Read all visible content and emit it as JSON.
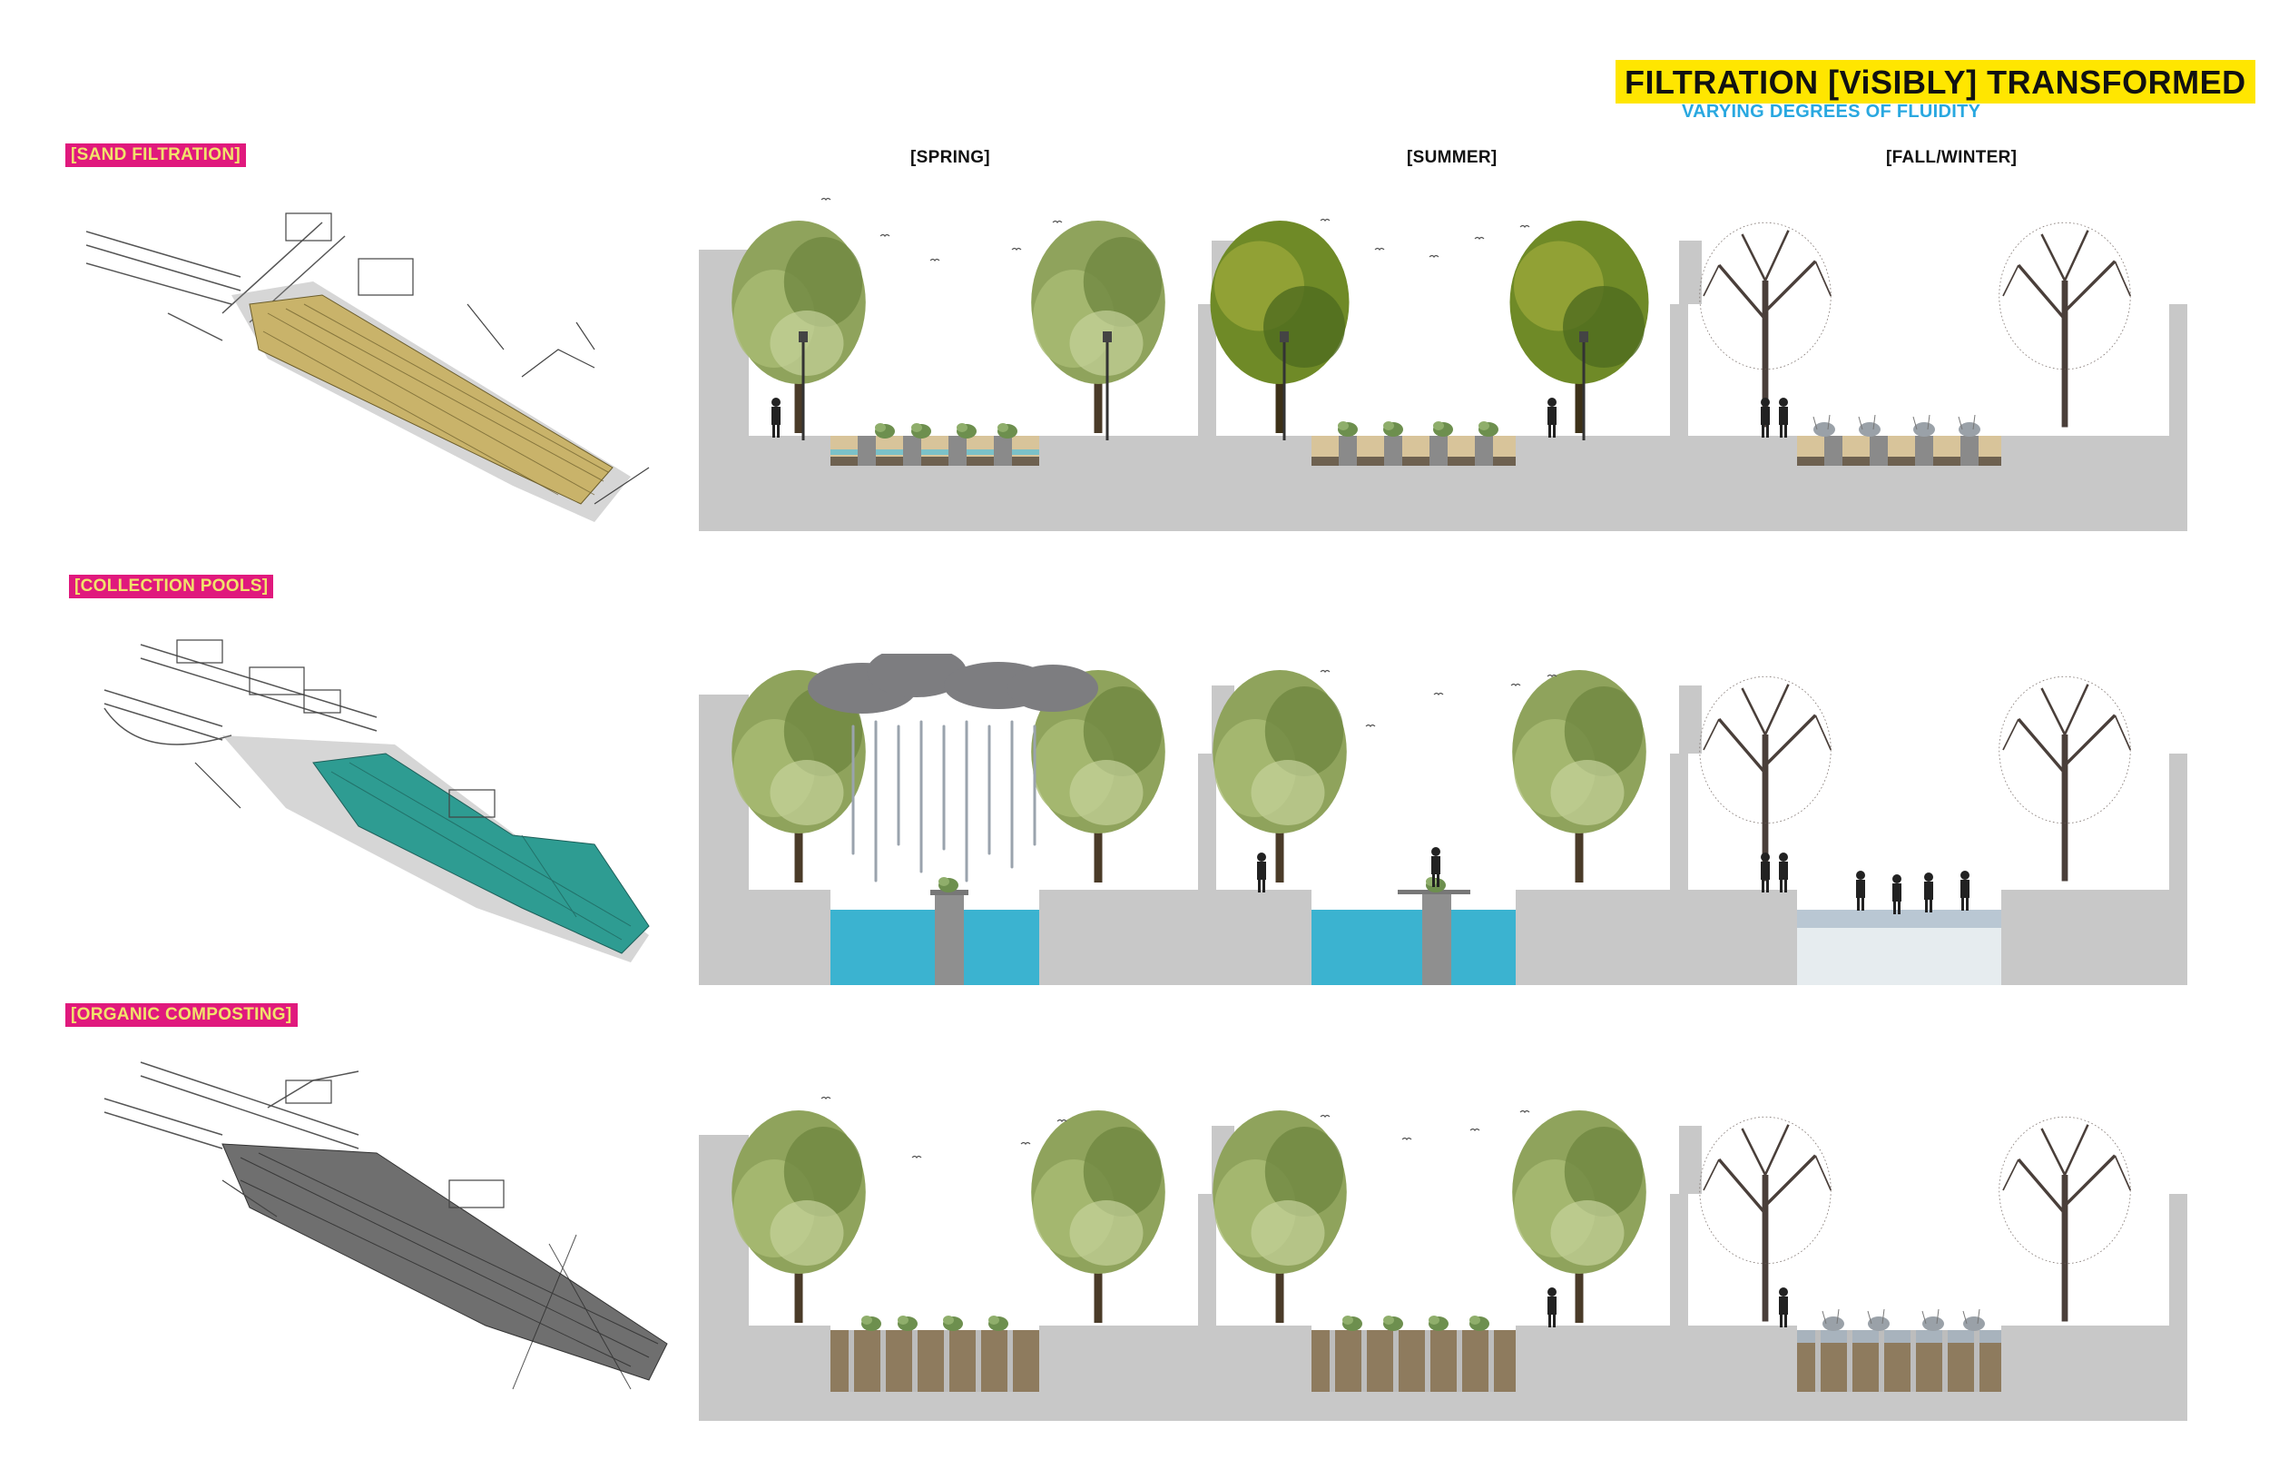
{
  "header": {
    "title": "FILTRATION [ViSIBLY] TRANSFORMED",
    "subtitle": "VARYING DEGREES OF FLUIDITY"
  },
  "seasons": [
    "[SPRING]",
    "[SUMMER]",
    "[FALL/WINTER]"
  ],
  "rows": [
    {
      "label": "[SAND FILTRATION]",
      "plan_color": "#c9b36a"
    },
    {
      "label": "[COLLECTION POOLS]",
      "plan_color": "#2e9c92"
    },
    {
      "label": "[ORGANIC COMPOSTING]",
      "plan_color": "#6f6f6f"
    }
  ],
  "colors": {
    "accent_yellow": "#ffe600",
    "accent_blue": "#29a8e0",
    "label_magenta": "#e0197d",
    "label_text": "#f1e26b",
    "section_gray": "#c8c8c8",
    "water": "#3bb3d0"
  }
}
